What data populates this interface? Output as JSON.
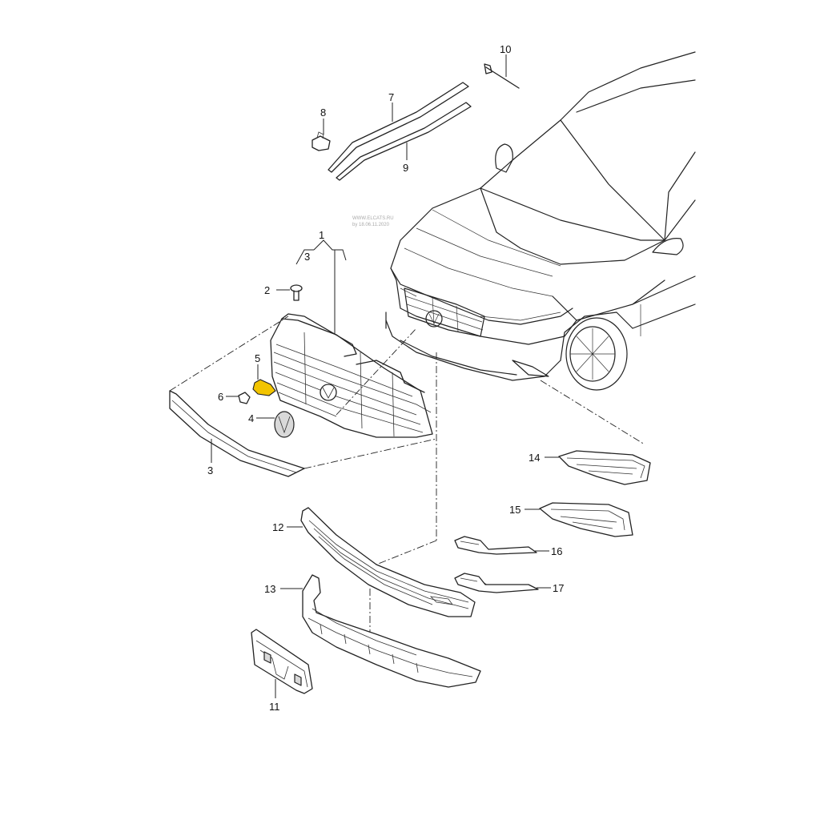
{
  "watermark": {
    "line1": "WWW.ELCATS.RU",
    "line2": "by 18.06.11.2020"
  },
  "callouts": {
    "c1": "1",
    "c2": "2",
    "c3a": "3",
    "c3b": "3",
    "c4": "4",
    "c5": "5",
    "c6": "6",
    "c7": "7",
    "c8": "8",
    "c9": "9",
    "c10": "10",
    "c11": "11",
    "c12": "12",
    "c13": "13",
    "c14": "14",
    "c15": "15",
    "c16": "16",
    "c17": "17"
  },
  "colors": {
    "highlight": "#f2c400",
    "line": "#222222",
    "background": "#ffffff"
  }
}
